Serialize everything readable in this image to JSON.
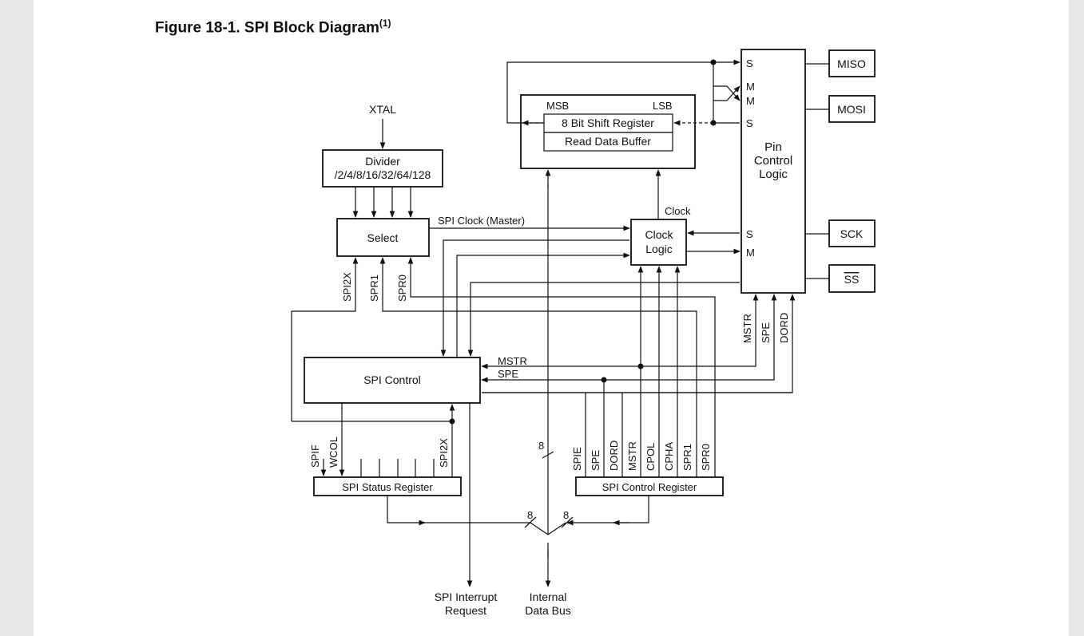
{
  "figure": {
    "title": "Figure 18-1.  SPI Block Diagram",
    "footnote_ref": "(1)"
  },
  "blocks": {
    "xtal": "XTAL",
    "divider_line1": "Divider",
    "divider_line2": "/2/4/8/16/32/64/128",
    "select": "Select",
    "msb": "MSB",
    "lsb": "LSB",
    "shift_register": "8 Bit Shift Register",
    "read_buffer": "Read Data Buffer",
    "pin_control_line1": "Pin",
    "pin_control_line2": "Control",
    "pin_control_line3": "Logic",
    "clock_logic_line1": "Clock",
    "clock_logic_line2": "Logic",
    "spi_control": "SPI Control",
    "status_register": "SPI Status Register",
    "control_register": "SPI Control Register"
  },
  "pins": {
    "miso": "MISO",
    "mosi": "MOSI",
    "sck": "SCK",
    "ss": "SS"
  },
  "pin_ports": {
    "s1": "S",
    "m1": "M",
    "m2": "M",
    "s2": "S",
    "s3": "S",
    "m3": "M"
  },
  "signals": {
    "spi_clock_master": "SPI Clock (Master)",
    "clock": "Clock",
    "mstr": "MSTR",
    "spe": "SPE",
    "spi2x": "SPI2X",
    "spr1": "SPR1",
    "spr0": "SPR0",
    "dord": "DORD",
    "spif": "SPIF",
    "wcol": "WCOL",
    "spie": "SPIE",
    "cpol": "CPOL",
    "cpha": "CPHA",
    "bus_width": "8"
  },
  "outputs": {
    "interrupt_line1": "SPI Interrupt",
    "interrupt_line2": "Request",
    "databus_line1": "Internal",
    "databus_line2": "Data Bus"
  }
}
